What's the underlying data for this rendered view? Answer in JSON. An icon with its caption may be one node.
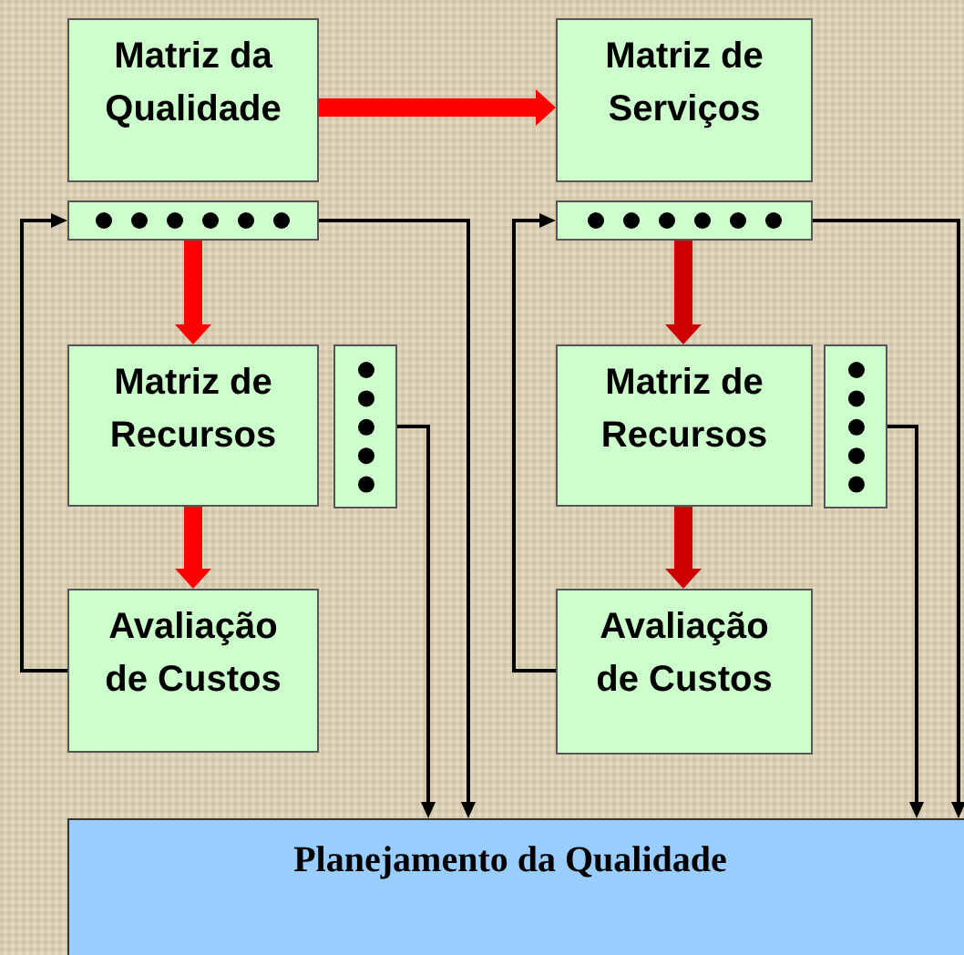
{
  "diagram": {
    "nodes": [
      {
        "text": [
          "Matriz da Qualidade"
        ]
      },
      {
        "text": [],
        "shape": "bar"
      },
      {
        "text": [
          "Matriz de Recursos"
        ]
      },
      {
        "text": [],
        "shape": "bar"
      },
      {
        "text": [
          "Avaliação de Custos"
        ]
      },
      {
        "text": [
          "Matriz de Serviços"
        ]
      },
      {
        "text": [],
        "shape": "bar"
      },
      {
        "text": [
          "Matriz de Recursos"
        ]
      },
      {
        "text": [],
        "shape": "bar"
      },
      {
        "text": [
          "Avaliação de Custos"
        ]
      },
      {
        "text": [
          "Planejamento da Qualidade"
        ]
      }
    ],
    "edges": [
      {
        "from": 0,
        "to": 5,
        "arrow": "to",
        "style": "thick",
        "color": "#ff0000"
      },
      {
        "from": 1,
        "to": 2,
        "arrow": "to",
        "style": "thick",
        "color": "#ff0000"
      },
      {
        "from": 2,
        "to": 4,
        "arrow": "to",
        "style": "thick",
        "color": "#ff0000"
      },
      {
        "from": 4,
        "to": 1,
        "arrow": "to"
      },
      {
        "from": 1,
        "to": 10,
        "arrow": "to"
      },
      {
        "from": 3,
        "to": 10,
        "arrow": "to"
      },
      {
        "from": 6,
        "to": 7,
        "arrow": "to",
        "style": "thick",
        "color": "#cc0000"
      },
      {
        "from": 7,
        "to": 9,
        "arrow": "to",
        "style": "thick",
        "color": "#cc0000"
      },
      {
        "from": 9,
        "to": 6,
        "arrow": "to"
      },
      {
        "from": 6,
        "to": 10,
        "arrow": "to"
      },
      {
        "from": 8,
        "to": 10,
        "arrow": "to"
      }
    ]
  }
}
